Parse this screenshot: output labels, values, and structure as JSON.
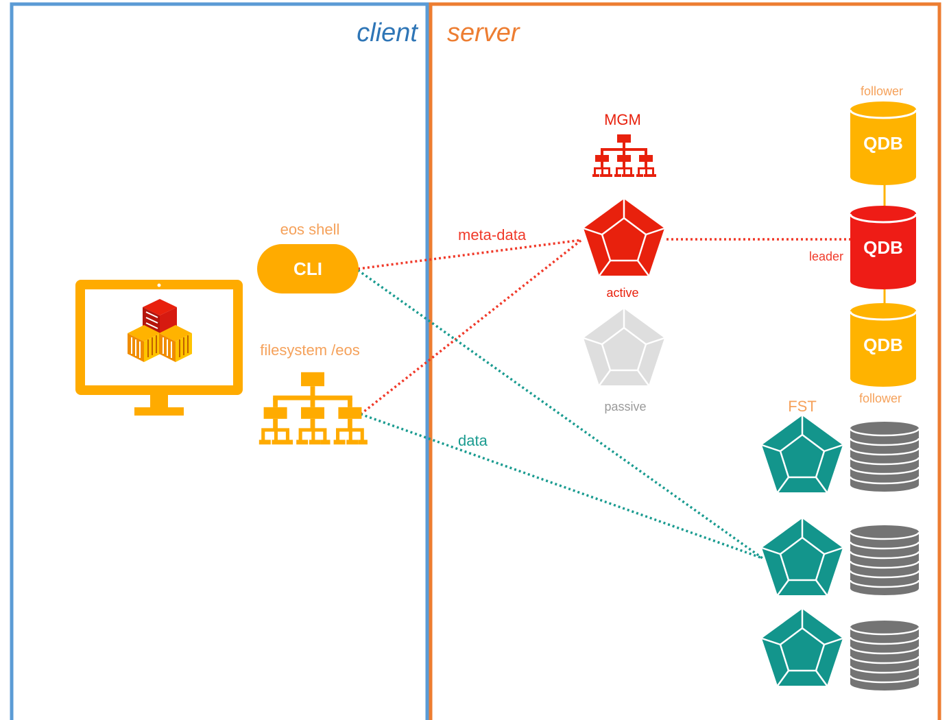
{
  "panes": {
    "client": {
      "title": "client"
    },
    "server": {
      "title": "server"
    }
  },
  "client": {
    "eos_shell_label": "eos shell",
    "cli_label": "CLI",
    "filesystem_label": "filesystem /eos"
  },
  "mgm": {
    "title": "MGM",
    "active_label": "active",
    "passive_label": "passive"
  },
  "qdb": {
    "top_caption": "follower",
    "node_label": "QDB",
    "leader_label": "leader",
    "bottom_caption": "follower"
  },
  "fst": {
    "title": "FST"
  },
  "links": {
    "meta_data_label": "meta-data",
    "data_label": "data"
  },
  "colors": {
    "client_border": "#5b9bd5",
    "client_title": "#2e75b6",
    "server_border": "#ed7d31",
    "server_title": "#ed7d31",
    "client_orange": "#ffab00",
    "client_label": "#f5a15a",
    "mgm_red": "#e8210d",
    "qdb_gold": "#ffb300",
    "qdb_red": "#ee1c16",
    "fst_teal": "#13958c",
    "disk_gray": "#747474",
    "passive_gray": "#dedede",
    "meta_link": "#f03a2a",
    "data_link": "#1a9b90"
  }
}
